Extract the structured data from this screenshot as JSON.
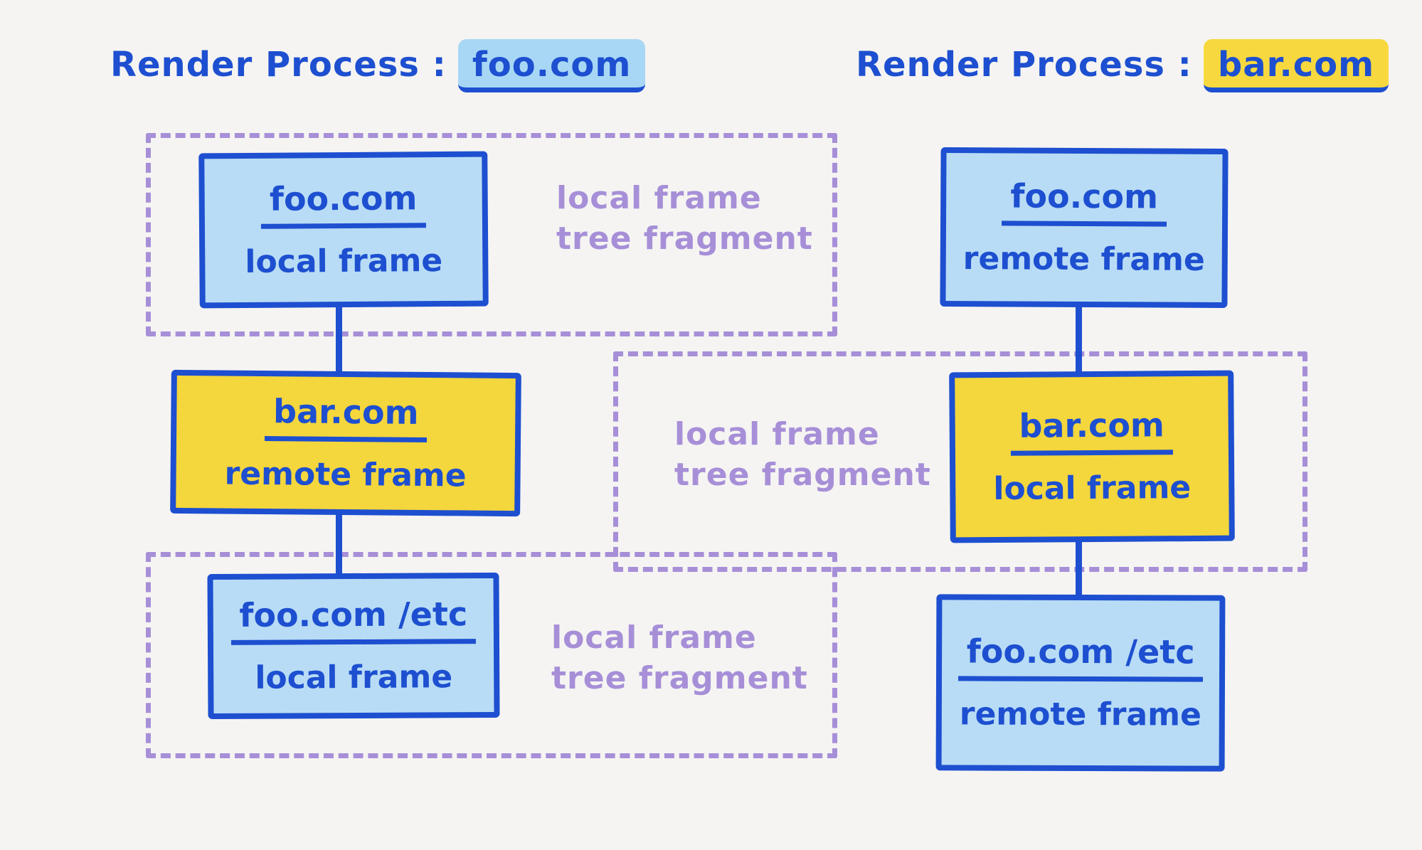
{
  "colors": {
    "background": "#f5f4f2",
    "ink": "#1d4fd0",
    "light_blue": "#b8dcf5",
    "yellow": "#f4d63d",
    "purple": "#a78fd8",
    "highlight_blue": "#a8d7f5",
    "highlight_yellow": "#f7d93f"
  },
  "left_process": {
    "title_prefix": "Render Process :",
    "title_domain": "foo.com",
    "nodes": [
      {
        "domain": "foo.com",
        "frame_type": "local frame"
      },
      {
        "domain": "bar.com",
        "frame_type": "remote frame"
      },
      {
        "domain": "foo.com /etc",
        "frame_type": "local frame"
      }
    ],
    "fragments": [
      {
        "label": "local frame\ntree fragment"
      },
      {
        "label": "local frame\ntree fragment"
      }
    ]
  },
  "right_process": {
    "title_prefix": "Render Process :",
    "title_domain": "bar.com",
    "nodes": [
      {
        "domain": "foo.com",
        "frame_type": "remote frame"
      },
      {
        "domain": "bar.com",
        "frame_type": "local frame"
      },
      {
        "domain": "foo.com /etc",
        "frame_type": "remote frame"
      }
    ],
    "fragments": [
      {
        "label": "local frame\ntree fragment"
      }
    ]
  }
}
